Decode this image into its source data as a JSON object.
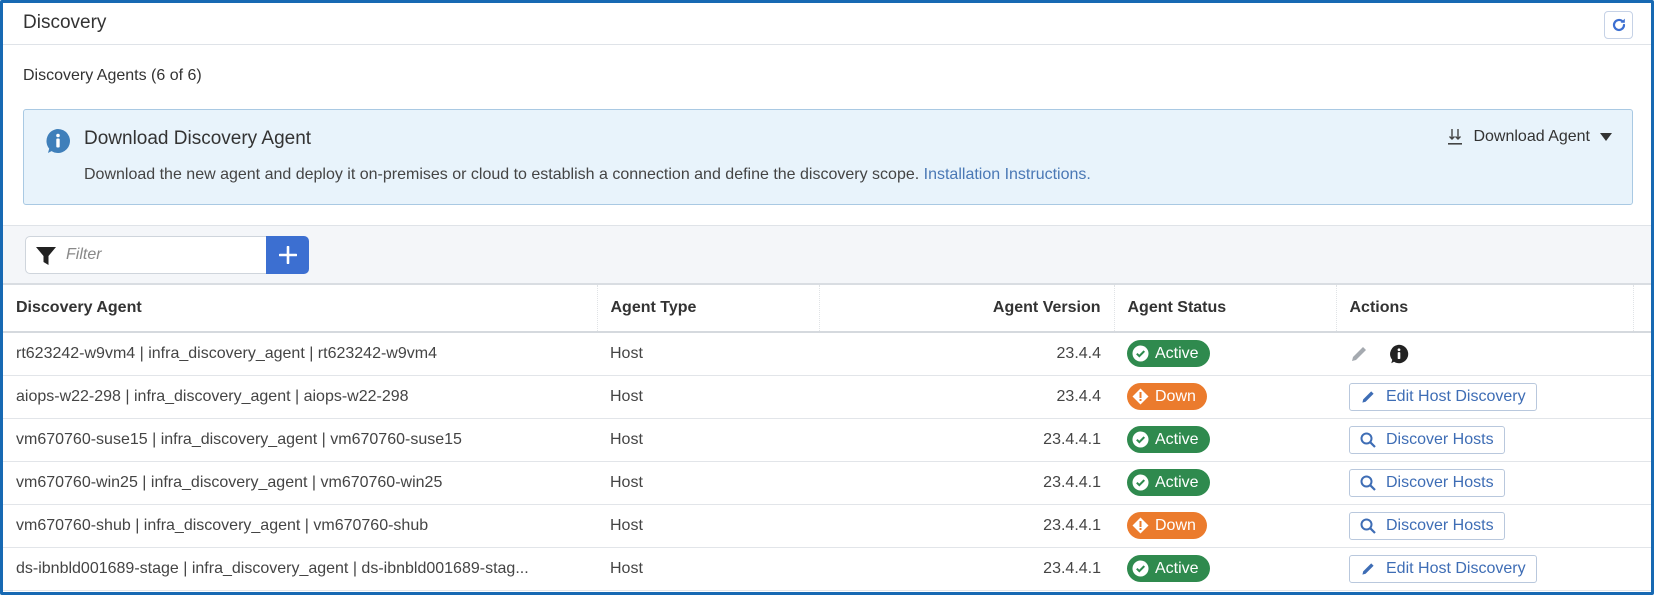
{
  "header": {
    "title": "Discovery",
    "refresh_icon": "refresh-icon"
  },
  "subtitle": "Discovery Agents (6 of 6)",
  "banner": {
    "icon": "info-icon",
    "title": "Download Discovery Agent",
    "text": "Download the new agent and deploy it on-premises or cloud to establish a connection and define the discovery scope. ",
    "link": "Installation Instructions.",
    "download_label": "Download Agent",
    "download_icon": "download-icon",
    "dropdown_icon": "caret-down-icon"
  },
  "toolbar": {
    "filter_placeholder": "Filter",
    "filter_value": "",
    "add_icon": "plus-icon"
  },
  "table": {
    "columns": [
      "Discovery Agent",
      "Agent Type",
      "Agent Version",
      "Agent Status",
      "Actions",
      ""
    ],
    "rows": [
      {
        "agent": "rt623242-w9vm4 | infra_discovery_agent | rt623242-w9vm4",
        "type": "Host",
        "version": "23.4.4",
        "status": "Active",
        "action": ""
      },
      {
        "agent": "aiops-w22-298 | infra_discovery_agent | aiops-w22-298",
        "type": "Host",
        "version": "23.4.4",
        "status": "Down",
        "action": "Edit Host Discovery"
      },
      {
        "agent": "vm670760-suse15 | infra_discovery_agent | vm670760-suse15",
        "type": "Host",
        "version": "23.4.4.1",
        "status": "Active",
        "action": "Discover Hosts"
      },
      {
        "agent": "vm670760-win25 | infra_discovery_agent | vm670760-win25",
        "type": "Host",
        "version": "23.4.4.1",
        "status": "Active",
        "action": "Discover Hosts"
      },
      {
        "agent": "vm670760-shub | infra_discovery_agent | vm670760-shub",
        "type": "Host",
        "version": "23.4.4.1",
        "status": "Down",
        "action": "Discover Hosts"
      },
      {
        "agent": "ds-ibnbld001689-stage | infra_discovery_agent | ds-ibnbld001689-stag...",
        "type": "Host",
        "version": "23.4.4.1",
        "status": "Active",
        "action": "Edit Host Discovery"
      }
    ]
  },
  "colors": {
    "frame_border": "#1769b3",
    "active": "#2f8a4e",
    "down": "#eb7b2d",
    "primary": "#3c6fd1",
    "link": "#4a78b5",
    "banner_bg": "#e8f3fb"
  }
}
